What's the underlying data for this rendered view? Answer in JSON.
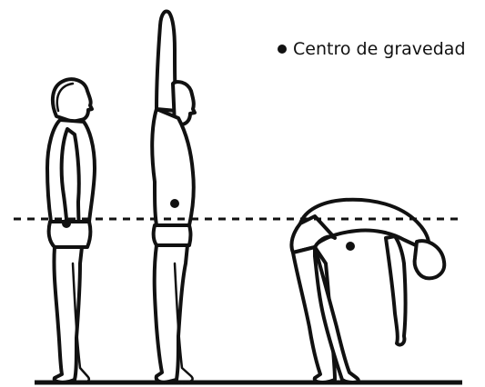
{
  "legend": {
    "label": "Centro de gravedad",
    "marker_color": "#111111"
  },
  "colors": {
    "ink": "#111111",
    "background": "#ffffff"
  },
  "figures": [
    {
      "name": "standing-relaxed",
      "cog_icon": "center-of-gravity-dot"
    },
    {
      "name": "standing-arms-raised",
      "cog_icon": "center-of-gravity-dot"
    },
    {
      "name": "bending-forward",
      "cog_icon": "center-of-gravity-dot"
    }
  ]
}
